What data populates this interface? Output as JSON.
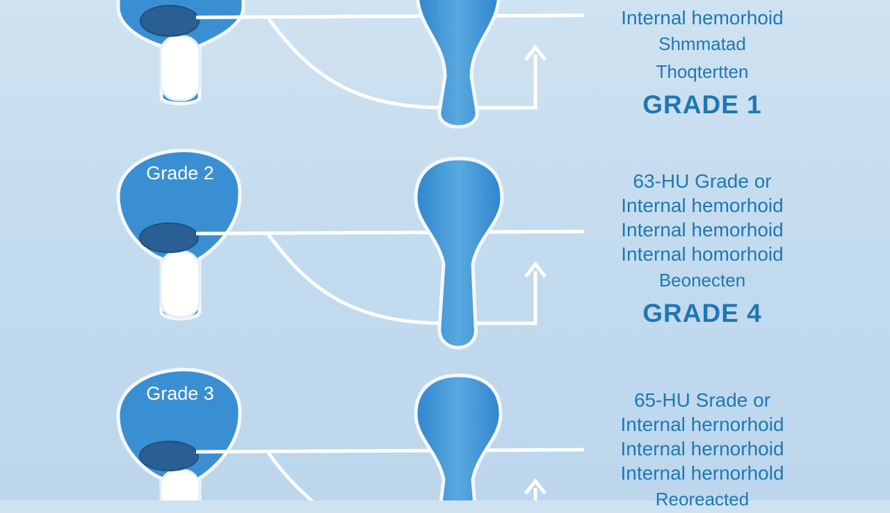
{
  "colors": {
    "background": "#c9deef",
    "shape_fill": "#3a8fd3",
    "shape_dark": "#2a5f94",
    "outline": "#f4f8fc",
    "text": "#1f77b4"
  },
  "rows": [
    {
      "stage_label": "",
      "text_lines": [
        "Internal hemorhoid"
      ],
      "small_lines": [
        "Shmmatad",
        "Thoqtertten"
      ],
      "grade": "GRADE 1"
    },
    {
      "stage_label": "Grade 2",
      "text_lines": [
        "63-HU Grade or",
        "Internal hemorhoid",
        "Internal hemorhoid",
        "Internal homorhoid"
      ],
      "small_lines": [
        "Beonecten"
      ],
      "grade": "GRADE 4"
    },
    {
      "stage_label": "Grade 3",
      "text_lines": [
        "65-HU Srade or",
        "Internal hernorhoid",
        "Internal hernorhoid",
        "Internal hernorhold"
      ],
      "small_lines": [
        "Reoreacted"
      ],
      "grade": ""
    }
  ]
}
